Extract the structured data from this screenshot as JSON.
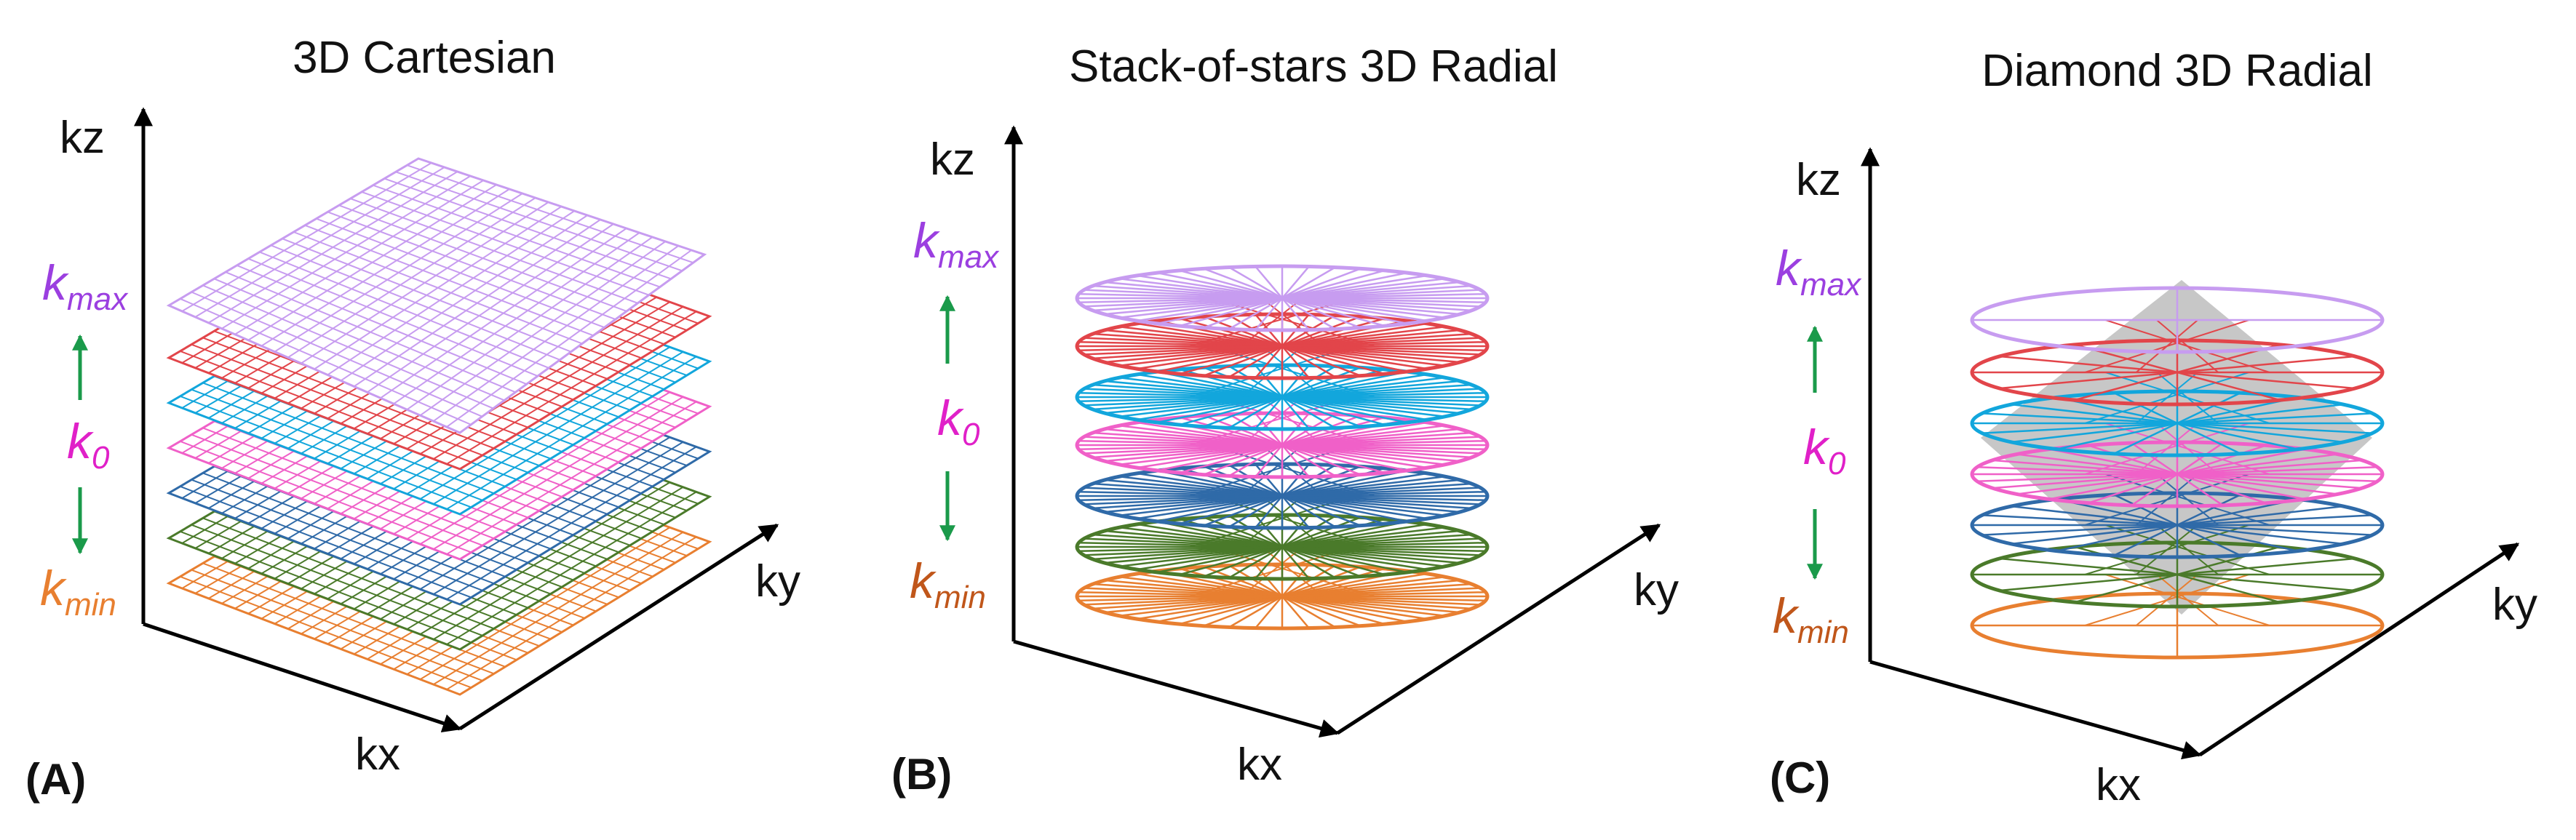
{
  "colors": {
    "kmax_label": "#9b3fe0",
    "k0_label": "#e020c8",
    "kmin_label": "#c0561a",
    "arrow_green": "#1a9a4a",
    "axis": "#000000",
    "diamond_fill": "#bdbdbd",
    "layers": [
      "#e87f30",
      "#4a7a2a",
      "#2f6aa8",
      "#f060c8",
      "#12a6dc",
      "#e2454a",
      "#c79cf0"
    ]
  },
  "panels": [
    {
      "id": "A",
      "tag": "(A)",
      "title": "3D Cartesian",
      "axes": {
        "kz": "kz",
        "kx": "kx",
        "ky": "ky"
      },
      "k_labels": {
        "kmax_main": "k",
        "kmax_sub": "max",
        "k0_main": "k",
        "k0_sub": "0",
        "kmin_main": "k",
        "kmin_sub": "min"
      }
    },
    {
      "id": "B",
      "tag": "(B)",
      "title": "Stack-of-stars 3D Radial",
      "axes": {
        "kz": "kz",
        "kx": "kx",
        "ky": "ky"
      },
      "k_labels": {
        "kmax_main": "k",
        "kmax_sub": "max",
        "k0_main": "k",
        "k0_sub": "0",
        "kmin_main": "k",
        "kmin_sub": "min"
      }
    },
    {
      "id": "C",
      "tag": "(C)",
      "title": "Diamond 3D Radial",
      "axes": {
        "kz": "kz",
        "kx": "kx",
        "ky": "ky"
      },
      "k_labels": {
        "kmax_main": "k",
        "kmax_sub": "max",
        "k0_main": "k",
        "k0_sub": "0",
        "kmin_main": "k",
        "kmin_sub": "min"
      }
    }
  ]
}
